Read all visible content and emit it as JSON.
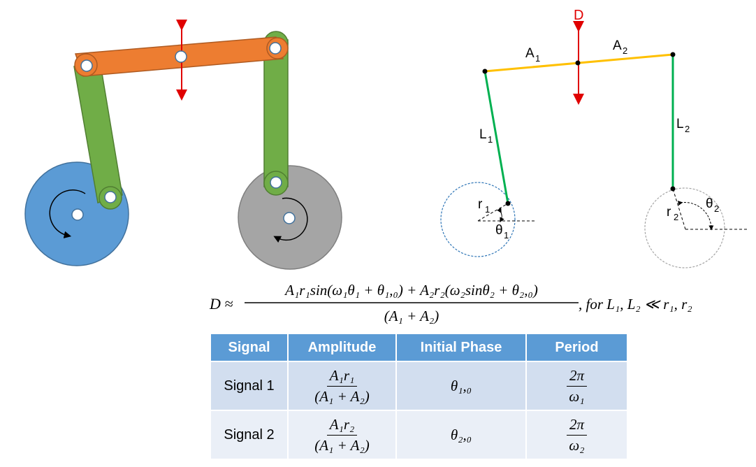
{
  "mechanism": {
    "colors": {
      "link_orange": "#ed7d31",
      "crank_green": "#70ad47",
      "disk_blue": "#5b9bd5",
      "disk_gray": "#a5a5a5",
      "arrow_red": "#e00000"
    }
  },
  "schematic": {
    "d_label": "D",
    "a1": "A",
    "a1_sub": "1",
    "a2": "A",
    "a2_sub": "2",
    "l1": "L",
    "l1_sub": "1",
    "l2": "L",
    "l2_sub": "2",
    "r1": "r",
    "r1_sub": "1",
    "r2": "r",
    "r2_sub": "2",
    "theta1": "θ",
    "theta1_sub": "1",
    "theta2": "θ",
    "theta2_sub": "2",
    "colors": {
      "link_yellow": "#ffc000",
      "crank_green": "#00b050"
    }
  },
  "equation": {
    "lhs": "D ≈",
    "numerator": "A₁r₁sin(ω₁θ₁ + θ₁,₀) + A₂r₂(ω₂sinθ₂ + θ₂,₀)",
    "denominator": "(A₁ + A₂)",
    "condition": ", for L₁, L₂ ≪ r₁, r₂"
  },
  "table": {
    "headers": [
      "Signal",
      "Amplitude",
      "Initial Phase",
      "Period"
    ],
    "rows": [
      {
        "signal": "Signal 1",
        "amp_num": "A₁r₁",
        "amp_den": "(A₁ + A₂)",
        "phase": "θ₁,₀",
        "period_num": "2π",
        "period_den": "ω₁"
      },
      {
        "signal": "Signal 2",
        "amp_num": "A₁r₂",
        "amp_den": "(A₁ + A₂)",
        "phase": "θ₂,₀",
        "period_num": "2π",
        "period_den": "ω₂"
      }
    ]
  }
}
